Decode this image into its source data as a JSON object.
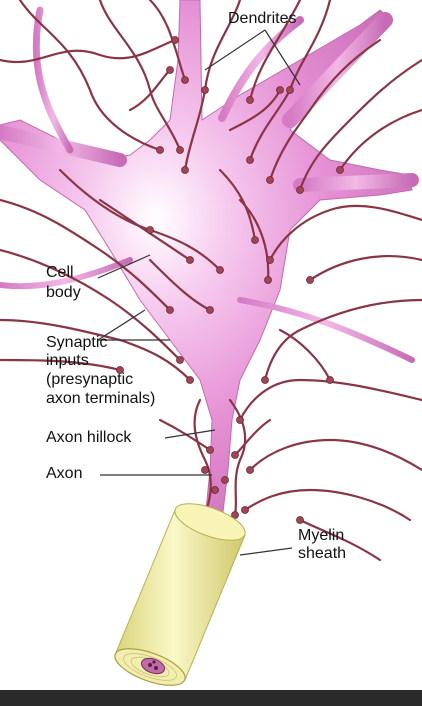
{
  "labels": {
    "dendrites": "Dendrites",
    "cell_body_line1": "Cell",
    "cell_body_line2": "body",
    "synaptic_line1": "Synaptic",
    "synaptic_line2": "inputs",
    "synaptic_line3": "(presynaptic",
    "synaptic_line4": "axon terminals)",
    "axon_hillock": "Axon hillock",
    "axon": "Axon",
    "myelin_line1": "Myelin",
    "myelin_line2": "sheath"
  },
  "colors": {
    "soma": "#e58fd4",
    "soma_highlight": "#ffffff",
    "dendrite_network": "#8a3545",
    "terminal_bulb": "#a04555",
    "myelin": "#f3f0a0",
    "myelin_edge": "#b8b055",
    "axon_core": "#9a4a8a",
    "leader_line": "#333333"
  }
}
